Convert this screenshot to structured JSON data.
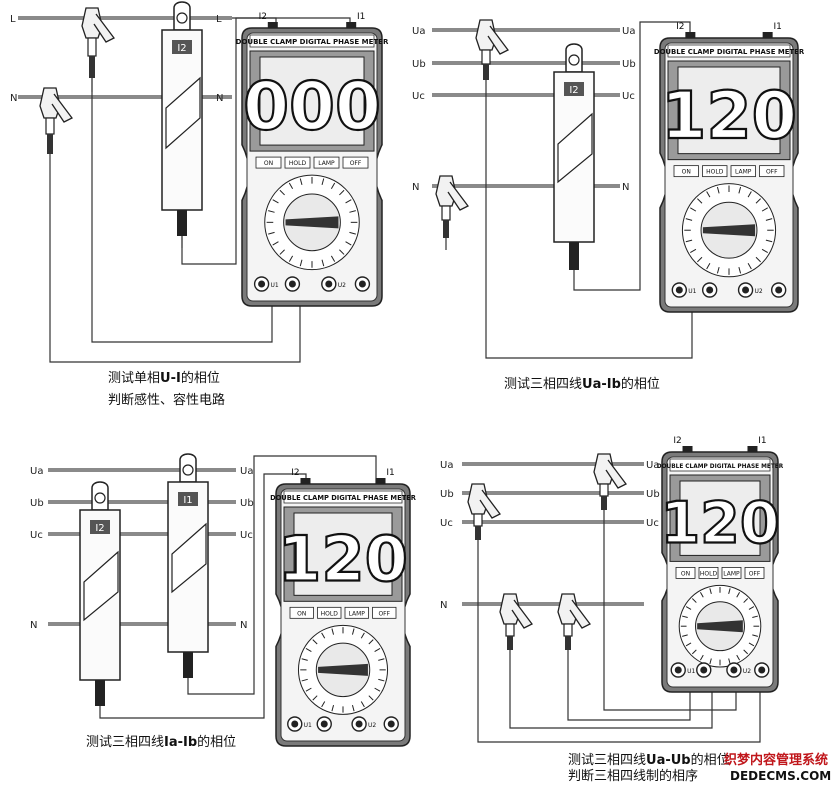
{
  "meter_brand": "DOUBLE CLAMP DIGITAL PHASE METER",
  "buttons": [
    "ON",
    "HOLD",
    "LAMP",
    "OFF"
  ],
  "jack_labels": [
    "U1",
    "U2"
  ],
  "port_labels": {
    "i2": "I2",
    "i1": "I1"
  },
  "clamp_labels": {
    "i2": "I2",
    "i1": "I1"
  },
  "panels": [
    {
      "display": "000",
      "lines": [
        "L",
        "N"
      ],
      "caption": [
        "测试单相",
        "U-I",
        "的相位"
      ],
      "caption2": "判断感性、容性电路"
    },
    {
      "display": "120",
      "lines": [
        "Ua",
        "Ub",
        "Uc",
        "N"
      ],
      "caption": [
        "测试三相四线",
        "Ua-Ib",
        "的相位"
      ],
      "caption2": ""
    },
    {
      "display": "120",
      "lines": [
        "Ua",
        "Ub",
        "Uc",
        "N"
      ],
      "caption": [
        "测试三相四线",
        "Ia-Ib",
        "的相位"
      ],
      "caption2": ""
    },
    {
      "display": "120",
      "lines": [
        "Ua",
        "Ub",
        "Uc",
        "N"
      ],
      "caption": [
        "测试三相四线",
        "Ua-Ub",
        "的相位"
      ],
      "caption2": "判断三相四线制的相序"
    }
  ],
  "watermark": {
    "line1": "织梦内容管理系统",
    "line2": "DEDECMS.COM"
  }
}
